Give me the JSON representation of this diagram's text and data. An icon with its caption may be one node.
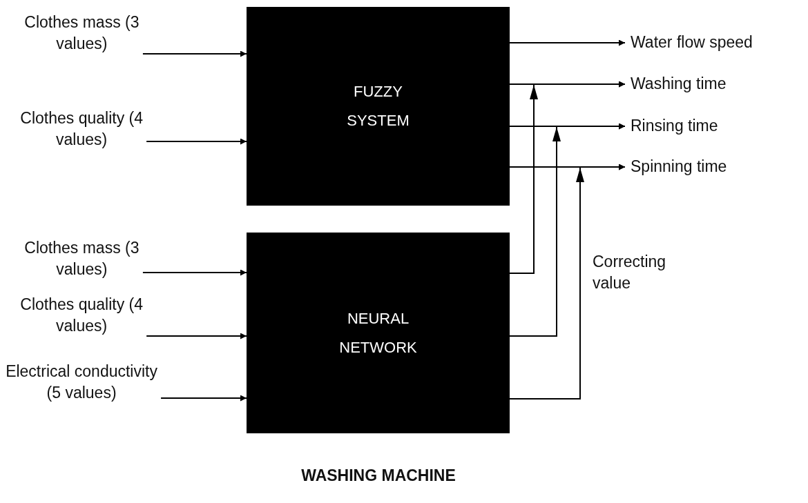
{
  "diagram": {
    "caption": "WASHING MACHINE",
    "nodes": [
      {
        "text": [
          "Clothes mass (3 values)"
        ]
      },
      {
        "text": [
          "Clothes quality (4 values)"
        ]
      },
      {
        "text": [
          "FUZZY SYSTEM"
        ]
      },
      {
        "text": [
          "Clothes mass (3 values)"
        ]
      },
      {
        "text": [
          "Clothes quality (4 values)"
        ]
      },
      {
        "text": [
          "Electrical conductivity (5 values)"
        ]
      },
      {
        "text": [
          "NEURAL NETWORK"
        ]
      },
      {
        "text": [
          "Water flow speed"
        ]
      },
      {
        "text": [
          "Washing time"
        ]
      },
      {
        "text": [
          "Rinsing time"
        ]
      },
      {
        "text": [
          "Spinning time"
        ]
      }
    ],
    "edges": [
      {
        "from": 0,
        "to": 2,
        "arrow": "to"
      },
      {
        "from": 1,
        "to": 2,
        "arrow": "to"
      },
      {
        "from": 3,
        "to": 6,
        "arrow": "to"
      },
      {
        "from": 4,
        "to": 6,
        "arrow": "to"
      },
      {
        "from": 5,
        "to": 6,
        "arrow": "to"
      },
      {
        "from": 2,
        "to": 7,
        "arrow": "to"
      },
      {
        "from": 2,
        "to": 8,
        "arrow": "to"
      },
      {
        "from": 2,
        "to": 9,
        "arrow": "to"
      },
      {
        "from": 2,
        "to": 10,
        "arrow": "to"
      },
      {
        "from": 6,
        "to": 8,
        "arrow": "to"
      },
      {
        "from": 6,
        "to": 9,
        "arrow": "to"
      },
      {
        "from": 6,
        "to": 10,
        "arrow": "to"
      }
    ],
    "labels": [
      "Correcting value"
    ]
  }
}
